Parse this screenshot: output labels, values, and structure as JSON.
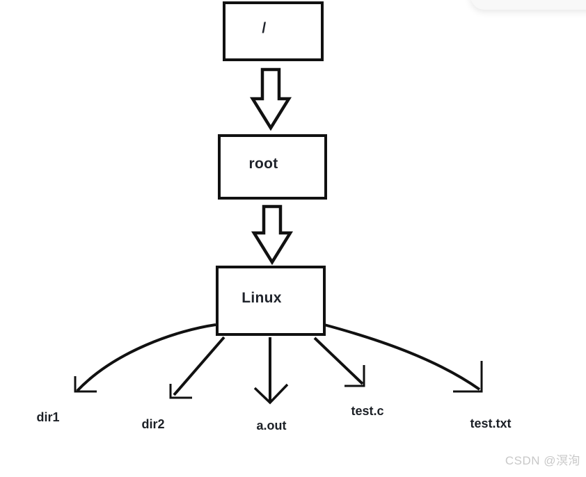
{
  "diagram": {
    "type": "tree",
    "description": "Linux filesystem hierarchy diagram",
    "nodes": [
      {
        "id": "slash",
        "label": "/",
        "kind": "box"
      },
      {
        "id": "root",
        "label": "root",
        "kind": "box"
      },
      {
        "id": "linux",
        "label": "Linux",
        "kind": "box"
      },
      {
        "id": "dir1",
        "label": "dir1",
        "kind": "leaf"
      },
      {
        "id": "dir2",
        "label": "dir2",
        "kind": "leaf"
      },
      {
        "id": "aout",
        "label": "a.out",
        "kind": "leaf"
      },
      {
        "id": "testc",
        "label": "test.c",
        "kind": "leaf"
      },
      {
        "id": "testtxt",
        "label": "test.txt",
        "kind": "leaf"
      }
    ],
    "edges": [
      {
        "from": "/",
        "to": "root"
      },
      {
        "from": "root",
        "to": "Linux"
      },
      {
        "from": "Linux",
        "to": "dir1"
      },
      {
        "from": "Linux",
        "to": "dir2"
      },
      {
        "from": "Linux",
        "to": "a.out"
      },
      {
        "from": "Linux",
        "to": "test.c"
      },
      {
        "from": "Linux",
        "to": "test.txt"
      }
    ]
  },
  "watermark": {
    "text": "CSDN @溟洵"
  },
  "colors": {
    "background": "#ffffff",
    "line": "#111111",
    "box_border": "#111111",
    "box_label": "#20242c",
    "leaf_label": "#1c2026",
    "watermark": "#c8c8c8",
    "top_card": "#f8f8f8"
  }
}
